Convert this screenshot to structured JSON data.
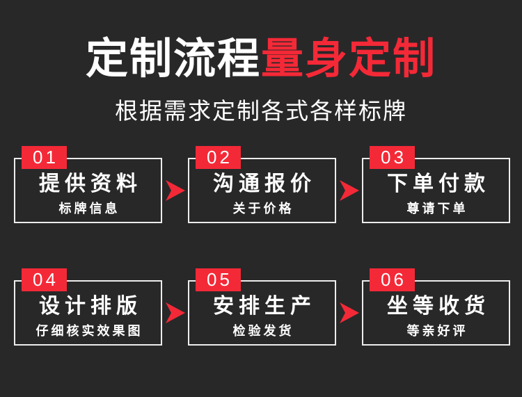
{
  "header": {
    "title_white": "定制流程",
    "title_red": "量身定制",
    "subtitle": "根据需求定制各式各样标牌"
  },
  "colors": {
    "background": "#282829",
    "accent_red": "#f42937",
    "box_border": "#ededed",
    "text_white": "#ffffff"
  },
  "icons": {
    "arrow": "arrow-right-icon"
  },
  "steps": [
    {
      "number": "01",
      "title": "提供资料",
      "subtitle": "标牌信息"
    },
    {
      "number": "02",
      "title": "沟通报价",
      "subtitle": "关于价格"
    },
    {
      "number": "03",
      "title": "下单付款",
      "subtitle": "尊请下单"
    },
    {
      "number": "04",
      "title": "设计排版",
      "subtitle": "仔细核实效果图"
    },
    {
      "number": "05",
      "title": "安排生产",
      "subtitle": "检验发货"
    },
    {
      "number": "06",
      "title": "坐等收货",
      "subtitle": "等亲好评"
    }
  ]
}
